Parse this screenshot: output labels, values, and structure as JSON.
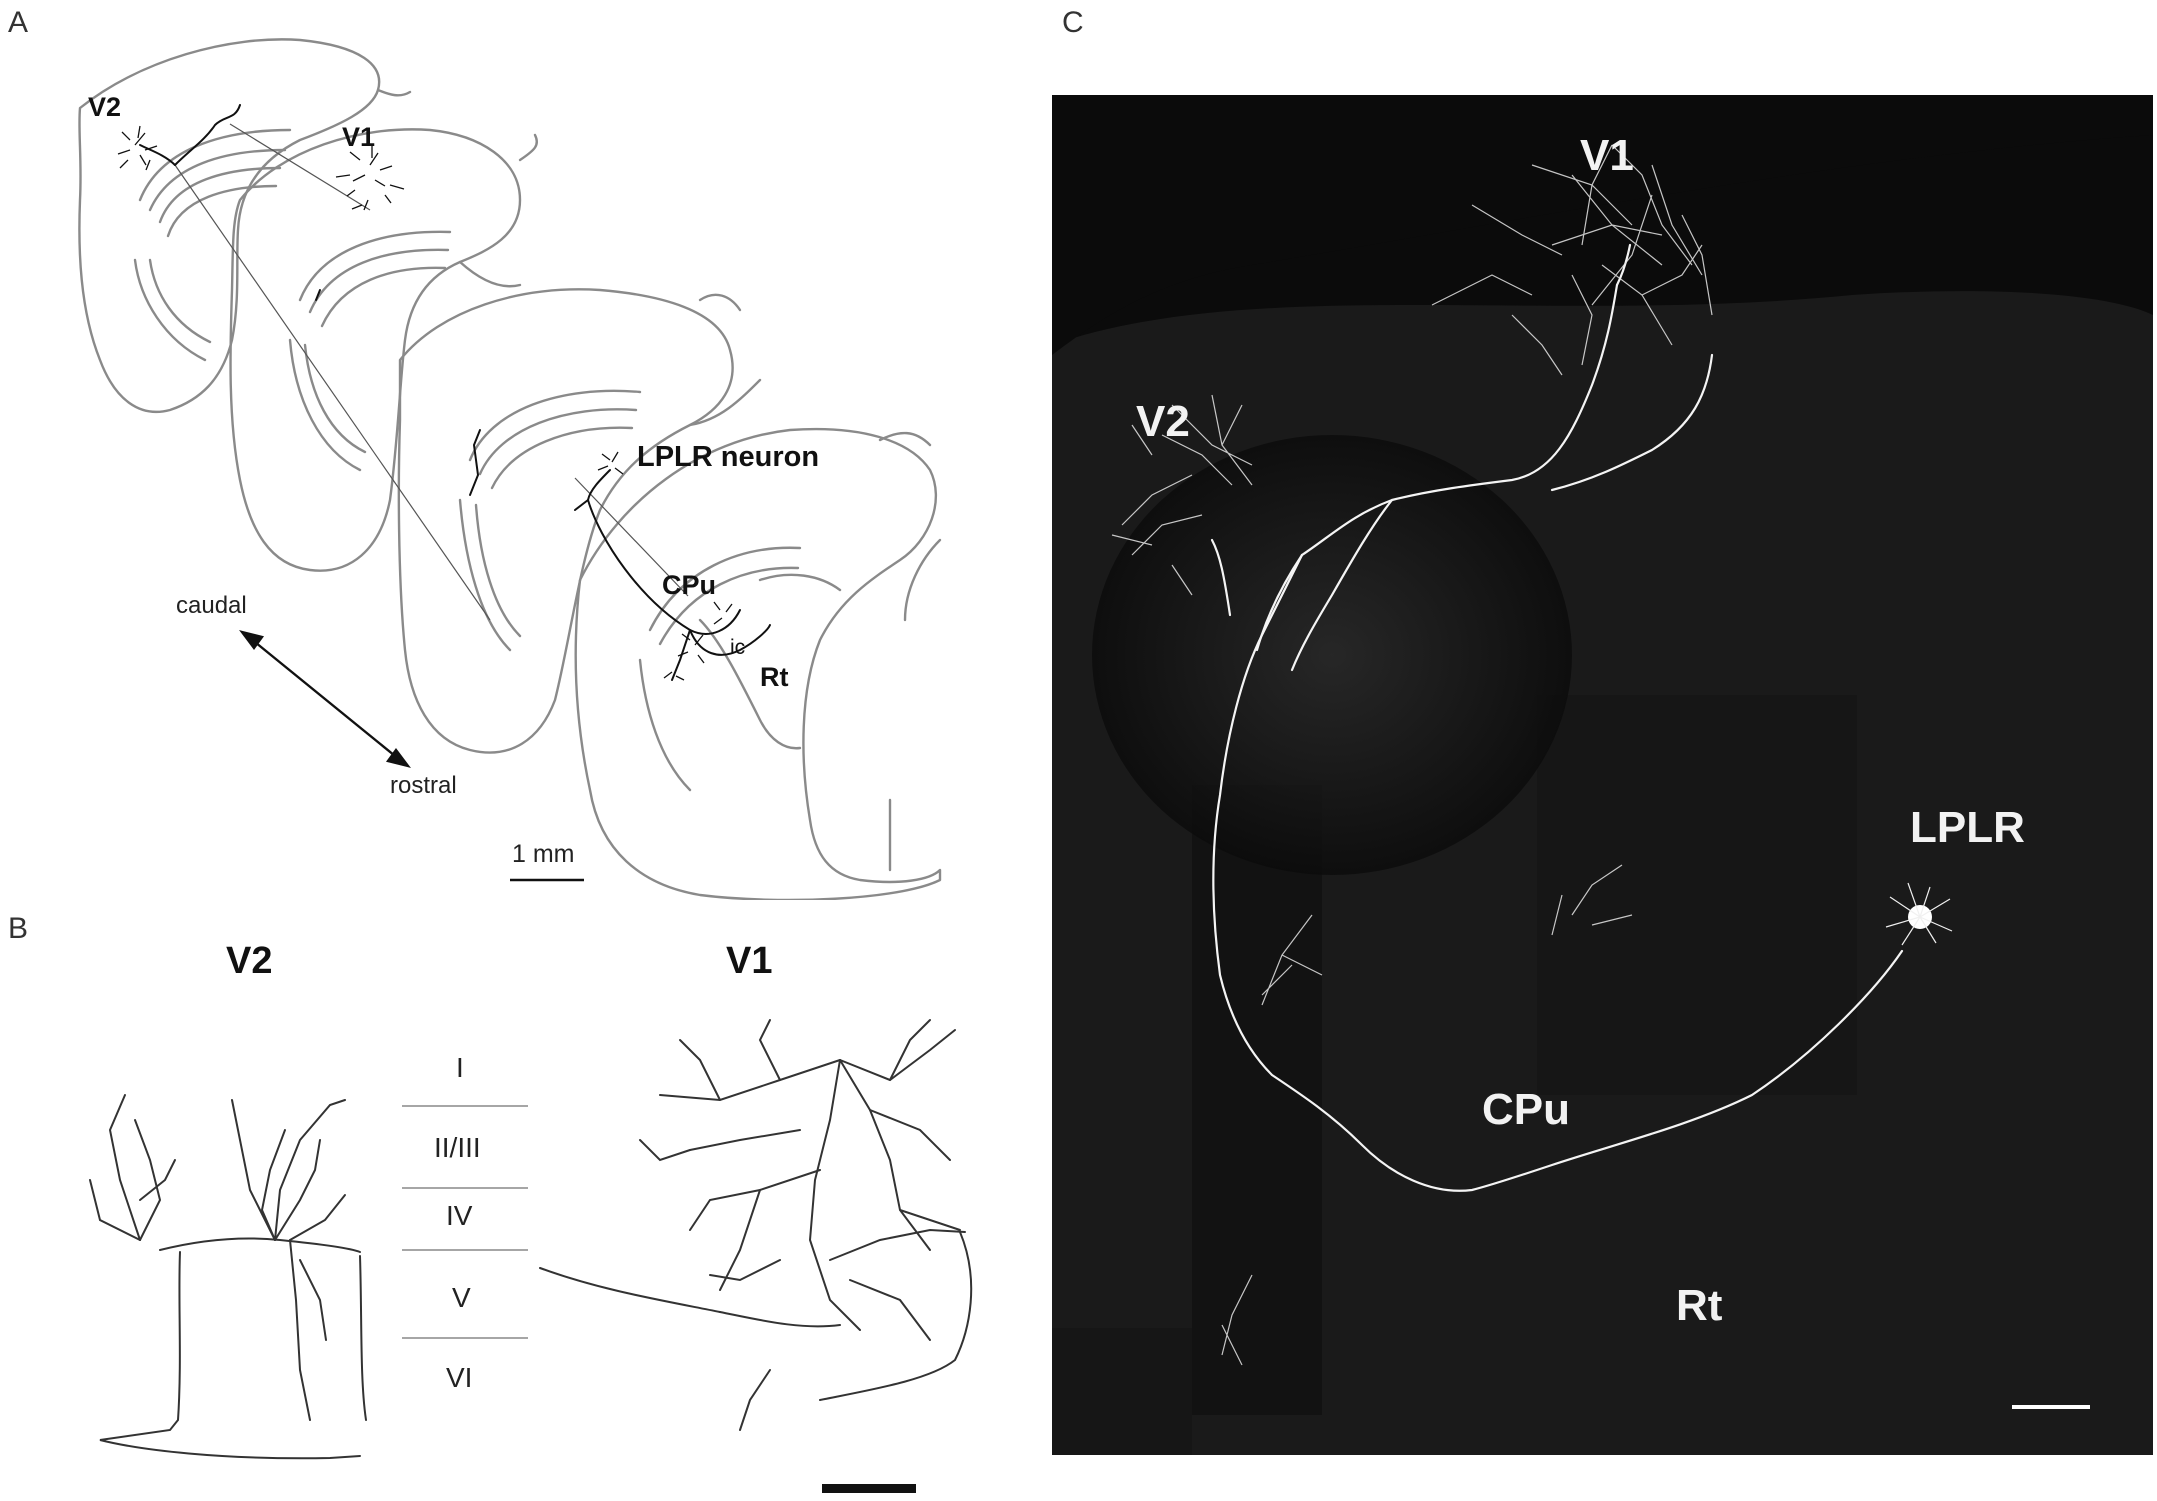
{
  "panels": {
    "a": {
      "letter": "A",
      "labels": {
        "v2": "V2",
        "v1": "V1",
        "lplr_neuron": "LPLR neuron",
        "cpu": "CPu",
        "ic": "ic",
        "rt": "Rt",
        "caudal": "caudal",
        "rostral": "rostral",
        "scale": "1 mm"
      }
    },
    "b": {
      "letter": "B",
      "titles": {
        "v2": "V2",
        "v1": "V1"
      },
      "layers": [
        "I",
        "II/III",
        "IV",
        "V",
        "VI"
      ]
    },
    "c": {
      "letter": "C",
      "labels": {
        "v1": "V1",
        "v2": "V2",
        "lplr": "LPLR",
        "cpu": "CPu",
        "rt": "Rt"
      }
    }
  },
  "colors": {
    "outline": "#8a8a8a",
    "axon": "#111111",
    "background_dark": "#0b0b0b",
    "fluorescence": "#f4f4f4"
  }
}
